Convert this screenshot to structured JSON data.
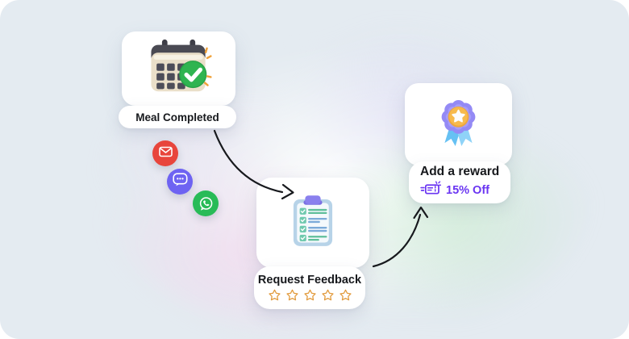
{
  "scene": {
    "description": "Restaurant automation workflow illustration",
    "background_color": "#e4ebf1",
    "outer_color": "#ffffff"
  },
  "flow": {
    "trigger": {
      "label": "Meal Completed",
      "icon": "calendar-check-icon"
    },
    "channels": [
      {
        "name": "email",
        "icon": "envelope-icon",
        "color": "#e8453c"
      },
      {
        "name": "chat",
        "icon": "chat-bubble-icon",
        "color": "#6e63f2"
      },
      {
        "name": "whatsapp",
        "icon": "whatsapp-icon",
        "color": "#28bb57"
      }
    ],
    "feedback": {
      "label": "Request Feedback",
      "icon": "clipboard-checklist-icon",
      "rating_stars": 5,
      "star_color": "#e29b3d"
    },
    "reward": {
      "label": "Add a reward",
      "icon": "medal-ribbon-icon",
      "value": "15% Off",
      "value_icon": "coupon-ticket-icon",
      "value_color": "#6a35f2"
    }
  },
  "colors": {
    "card": "#ffffff",
    "arrow": "#17191d",
    "text": "#17191d"
  }
}
